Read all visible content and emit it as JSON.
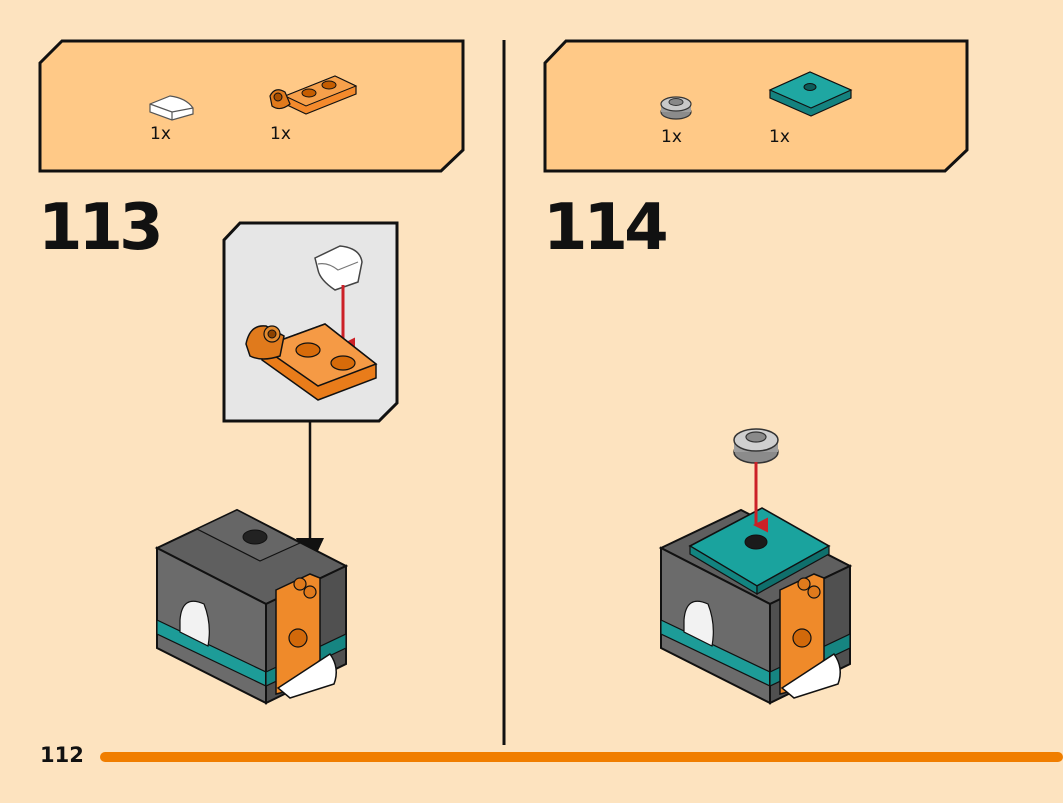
{
  "page": {
    "number": "112",
    "accent_color": "#f07e00",
    "background_color": "#fde3bf",
    "parts_box_color": "#ffc987"
  },
  "steps": [
    {
      "number": "113",
      "parts": [
        {
          "name": "white-curved-slope-1x1",
          "color": "#ffffff",
          "quantity": "1x"
        },
        {
          "name": "orange-hinge-plate-1x2",
          "color": "#f48a2c",
          "quantity": "1x"
        }
      ],
      "callout": true
    },
    {
      "number": "114",
      "parts": [
        {
          "name": "grey-round-plate-1x1",
          "color": "#a9a9a9",
          "quantity": "1x"
        },
        {
          "name": "teal-jumper-plate-2x2",
          "color": "#1d9f9b",
          "quantity": "1x"
        }
      ],
      "callout": false
    }
  ]
}
